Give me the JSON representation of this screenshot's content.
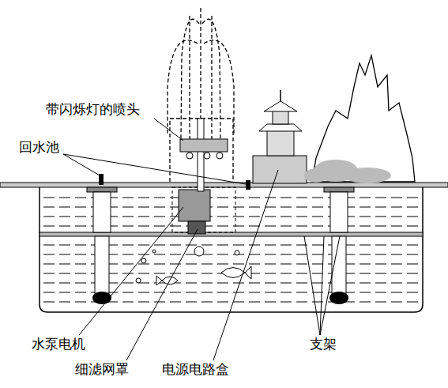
{
  "diagram": {
    "labels": [
      "带闪烁灯的喷头",
      "回水池",
      "水泵电机",
      "细滤网罩",
      "电源电路盒",
      "支架"
    ]
  }
}
